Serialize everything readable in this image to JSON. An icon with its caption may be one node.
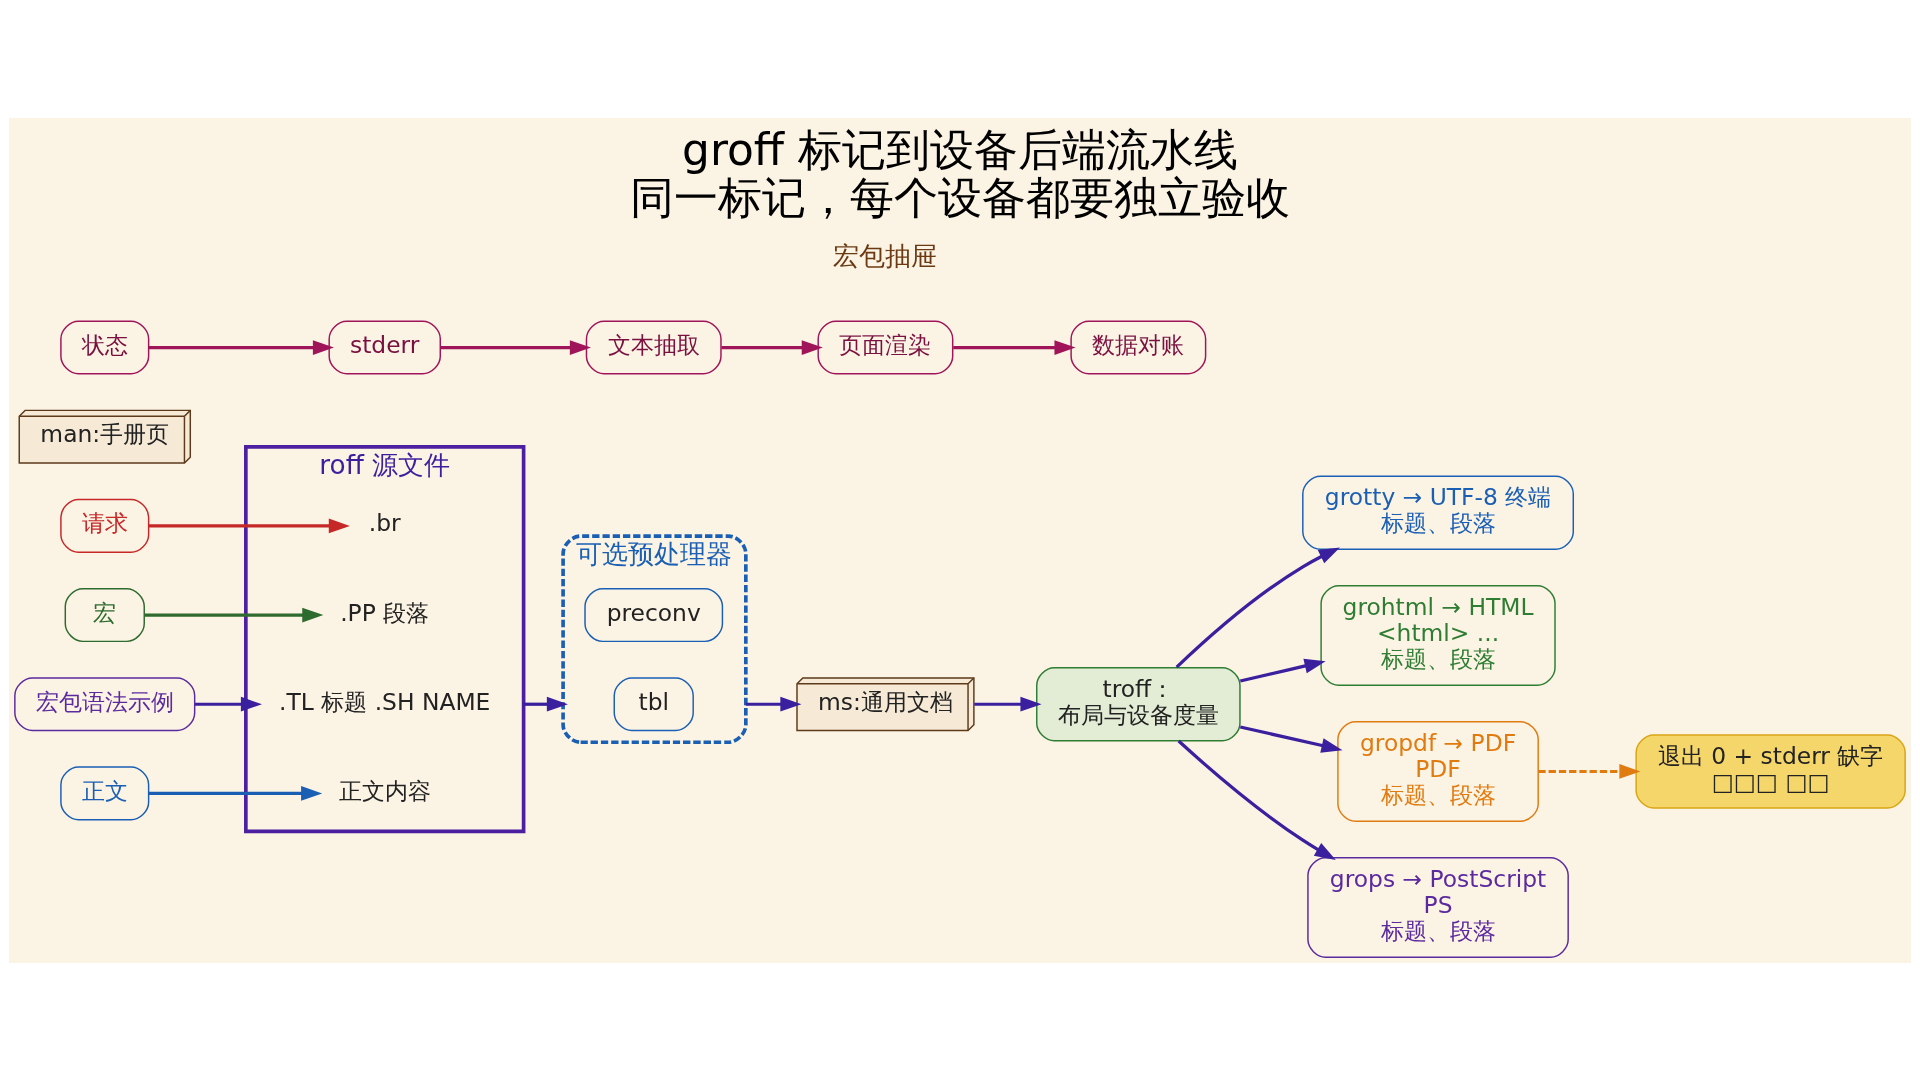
{
  "diagram": {
    "title": "groff 标记到设备后端流水线",
    "caption": "同一标记，每个设备都要独立验收",
    "nodes": [
      {
        "text": [
          "请求"
        ]
      },
      {
        "text": [
          "宏"
        ]
      },
      {
        "text": [
          "宏包语法示例"
        ]
      },
      {
        "text": [
          "正文"
        ]
      },
      {
        "text": [
          "roff 源文件"
        ]
      },
      {
        "text": [
          ".br"
        ],
        "in": 4
      },
      {
        "text": [
          ".PP 段落"
        ],
        "in": 4
      },
      {
        "text": [
          ".TL 标题 .SH NAME"
        ],
        "in": 4
      },
      {
        "text": [
          "正文内容"
        ],
        "in": 4
      },
      {
        "text": [
          "可选预处理器"
        ]
      },
      {
        "text": [
          "preconv"
        ],
        "in": 9
      },
      {
        "text": [
          "tbl"
        ],
        "in": 9
      },
      {
        "text": [
          "ms:通用文档"
        ]
      },
      {
        "text": [
          "man:手册页"
        ]
      },
      {
        "text": [
          "troff：",
          "布局与设备度量"
        ]
      },
      {
        "text": [
          "grotty → UTF-8 终端",
          "标题、段落"
        ]
      },
      {
        "text": [
          "grohtml → HTML",
          "<html> ...",
          "标题、段落"
        ]
      },
      {
        "text": [
          "gropdf → PDF",
          "PDF",
          "标题、段落"
        ]
      },
      {
        "text": [
          "退出 0 + stderr 缺字",
          "□□□ □□"
        ]
      },
      {
        "text": [
          "grops → PostScript",
          "PS",
          "标题、段落"
        ]
      },
      {
        "text": [
          "状态"
        ]
      },
      {
        "text": [
          "stderr"
        ]
      },
      {
        "text": [
          "文本抽取"
        ]
      },
      {
        "text": [
          "页面渲染"
        ]
      },
      {
        "text": [
          "数据对账"
        ]
      }
    ],
    "edges": [
      {
        "from": 0,
        "to": 5,
        "arrow": "to",
        "color": "#c62828"
      },
      {
        "from": 1,
        "to": 6,
        "arrow": "to",
        "color": "#2e6b2e"
      },
      {
        "from": 2,
        "to": 7,
        "arrow": "to"
      },
      {
        "from": 3,
        "to": 8,
        "arrow": "to",
        "color": "#1a5fb4"
      },
      {
        "from": 4,
        "to": 9,
        "arrow": "to"
      },
      {
        "from": 9,
        "to": 12,
        "arrow": "to"
      },
      {
        "from": 12,
        "to": 14,
        "arrow": "to"
      },
      {
        "from": 14,
        "to": 15,
        "arrow": "to"
      },
      {
        "from": 14,
        "to": 16,
        "arrow": "to"
      },
      {
        "from": 14,
        "to": 17,
        "arrow": "to"
      },
      {
        "from": 14,
        "to": 19,
        "arrow": "to"
      },
      {
        "from": 17,
        "to": 18,
        "arrow": "to",
        "style": "dashed",
        "color": "#e07b10"
      },
      {
        "from": 20,
        "to": 21,
        "arrow": "to",
        "color": "#a0155a"
      },
      {
        "from": 21,
        "to": 22,
        "arrow": "to",
        "color": "#a0155a"
      },
      {
        "from": 22,
        "to": 23,
        "arrow": "to",
        "color": "#a0155a"
      },
      {
        "from": 23,
        "to": 24,
        "arrow": "to",
        "color": "#a0155a"
      }
    ],
    "labels": [
      "宏包抽屉"
    ]
  }
}
